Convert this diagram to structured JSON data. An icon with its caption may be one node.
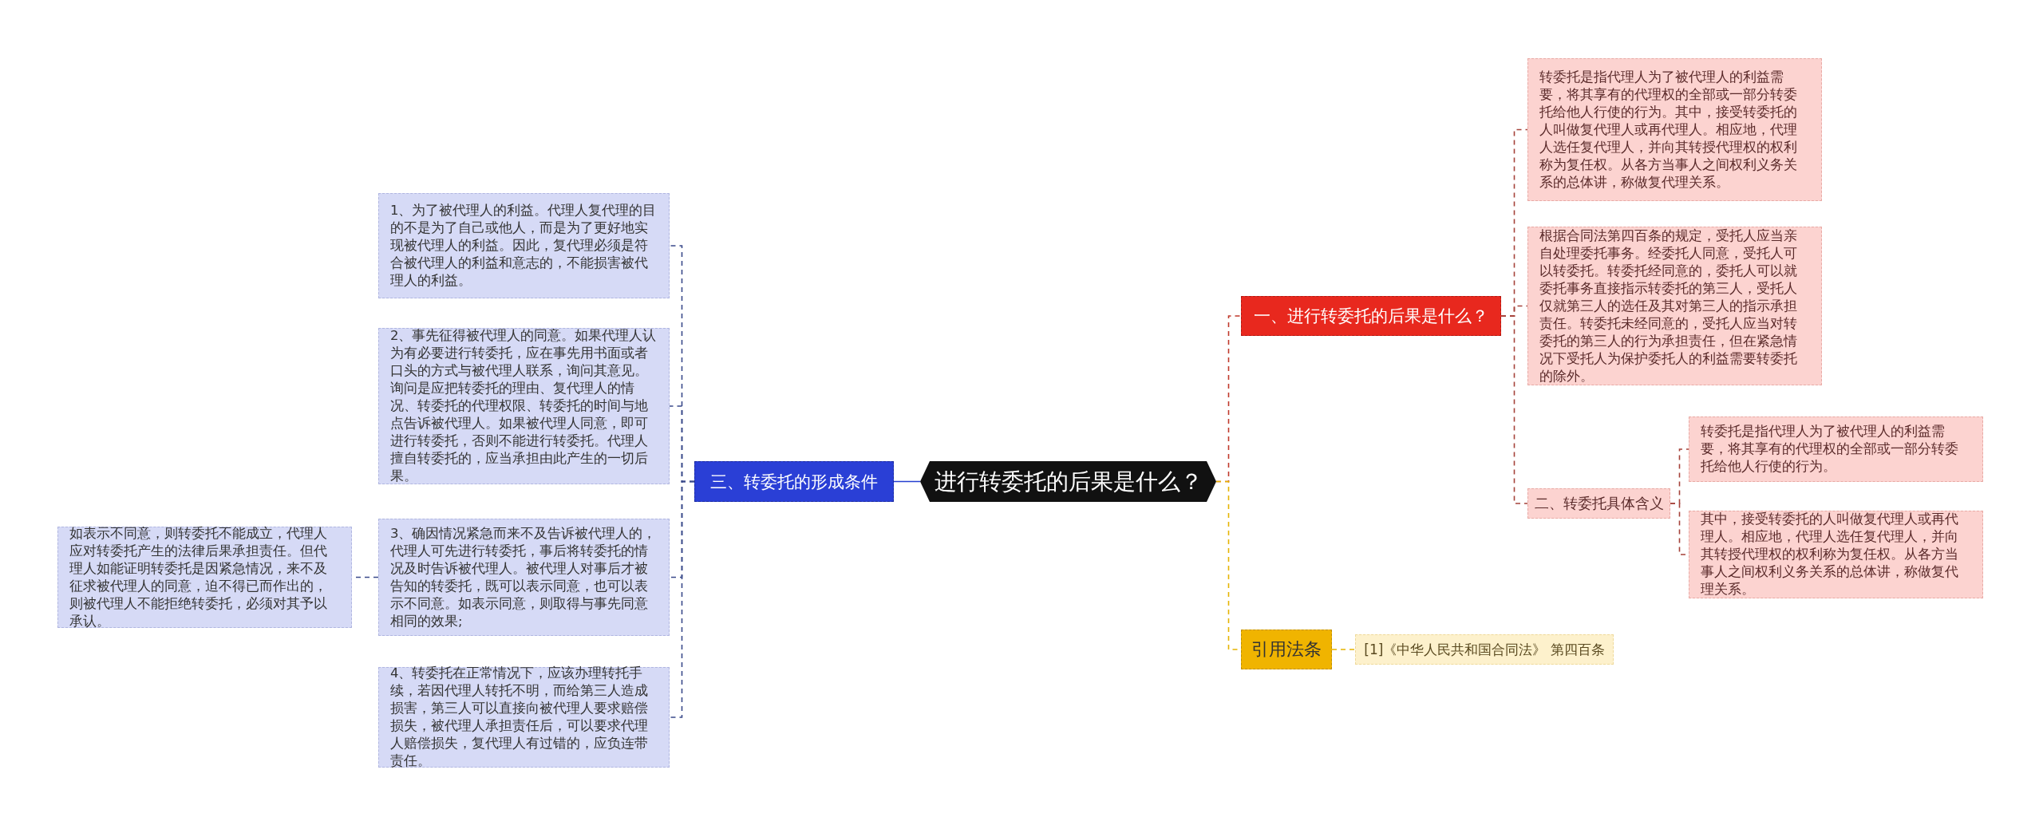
{
  "diagram": {
    "nodes": [
      {
        "text": [
          "进行转委托的后果是什么？"
        ]
      },
      {
        "text": [
          "一、进行转委托的后果是什么？"
        ]
      },
      {
        "text": [
          "转委托是指代理人为了被代理人的利益需要，将其享有的代理权的全部或一部分转委托给他人行使的行为。其中，接受转委托的人叫做复代理人或再代理人。相应地，代理人选任复代理人，并向其转授代理权的权利称为复任权。从各方当事人之间权利义务关系的总体讲，称做复代理关系。"
        ]
      },
      {
        "text": [
          "根据合同法第四百条的规定，受托人应当亲自处理委托事务。经委托人同意，受托人可以转委托。转委托经同意的，委托人可以就委托事务直接指示转委托的第三人，受托人仅就第三人的选任及其对第三人的指示承担责任。转委托未经同意的，受托人应当对转委托的第三人的行为承担责任，但在紧急情况下受托人为保护委托人的利益需要转委托的除外。"
        ]
      },
      {
        "text": [
          "二、转委托具体含义"
        ]
      },
      {
        "text": [
          "转委托是指代理人为了被代理人的利益需要，将其享有的代理权的全部或一部分转委托给他人行使的行为。"
        ]
      },
      {
        "text": [
          "其中，接受转委托的人叫做复代理人或再代理人。相应地，代理人选任复代理人，并向其转授代理权的权利称为复任权。从各方当事人之间权利义务关系的总体讲，称做复代理关系。"
        ]
      },
      {
        "text": [
          "引用法条"
        ]
      },
      {
        "text": [
          "[1]《中华人民共和国合同法》 第四百条"
        ]
      },
      {
        "text": [
          "三、转委托的形成条件"
        ]
      },
      {
        "text": [
          "1、为了被代理人的利益。代理人复代理的目的不是为了自己或他人，而是为了更好地实现被代理人的利益。因此，复代理必须是符合被代理人的利益和意志的，不能损害被代理人的利益。"
        ]
      },
      {
        "text": [
          "2、事先征得被代理人的同意。如果代理人认为有必要进行转委托，应在事先用书面或者口头的方式与被代理人联系，询问其意见。询问是应把转委托的理由、复代理人的情况、转委托的代理权限、转委托的时间与地点告诉被代理人。如果被代理人同意，即可进行转委托，否则不能进行转委托。代理人擅自转委托的，应当承担由此产生的一切后果。"
        ]
      },
      {
        "text": [
          "3、确因情况紧急而来不及告诉被代理人的，代理人可先进行转委托，事后将转委托的情况及时告诉被代理人。被代理人对事后才被告知的转委托，既可以表示同意，也可以表示不同意。如表示同意，则取得与事先同意相同的效果;"
        ]
      },
      {
        "text": [
          "4、转委托在正常情况下，应该办理转托手续，若因代理人转托不明，而给第三人造成损害，第三人可以直接向被代理人要求赔偿损失，被代理人承担责任后，可以要求代理人赔偿损失，复代理人有过错的，应负连带责任。"
        ]
      },
      {
        "text": [
          "如表示不同意，则转委托不能成立，代理人应对转委托产生的法律后果承担责任。但代理人如能证明转委托是因紧急情况，来不及征求被代理人的同意，迫不得已而作出的，则被代理人不能拒绝转委托，必须对其予以承认。"
        ]
      }
    ],
    "edges": [
      {
        "from": 0,
        "to": 1,
        "arrow": "none",
        "style": "dashed",
        "color": "#c0392b"
      },
      {
        "from": 1,
        "to": 2,
        "arrow": "none",
        "style": "dashed",
        "color": "#a5423a"
      },
      {
        "from": 1,
        "to": 3,
        "arrow": "none",
        "style": "dashed",
        "color": "#a5423a"
      },
      {
        "from": 1,
        "to": 4,
        "arrow": "none",
        "style": "dashed",
        "color": "#a5423a"
      },
      {
        "from": 4,
        "to": 5,
        "arrow": "none",
        "style": "dashed",
        "color": "#a5423a"
      },
      {
        "from": 4,
        "to": 6,
        "arrow": "none",
        "style": "dashed",
        "color": "#a5423a"
      },
      {
        "from": 0,
        "to": 7,
        "arrow": "none",
        "style": "dashed",
        "color": "#e6b400"
      },
      {
        "from": 7,
        "to": 8,
        "arrow": "none",
        "style": "dashed",
        "color": "#e6b400"
      },
      {
        "from": 0,
        "to": 9,
        "arrow": "none",
        "color": "#2540d0"
      },
      {
        "from": 9,
        "to": 10,
        "arrow": "none",
        "style": "dashed",
        "color": "#3a4a8a"
      },
      {
        "from": 9,
        "to": 11,
        "arrow": "none",
        "style": "dashed",
        "color": "#3a4a8a"
      },
      {
        "from": 9,
        "to": 12,
        "arrow": "none",
        "style": "dashed",
        "color": "#3a4a8a"
      },
      {
        "from": 9,
        "to": 13,
        "arrow": "none",
        "style": "dashed",
        "color": "#3a4a8a"
      },
      {
        "from": 12,
        "to": 14,
        "arrow": "none",
        "style": "dashed",
        "color": "#3a4a8a"
      }
    ]
  }
}
